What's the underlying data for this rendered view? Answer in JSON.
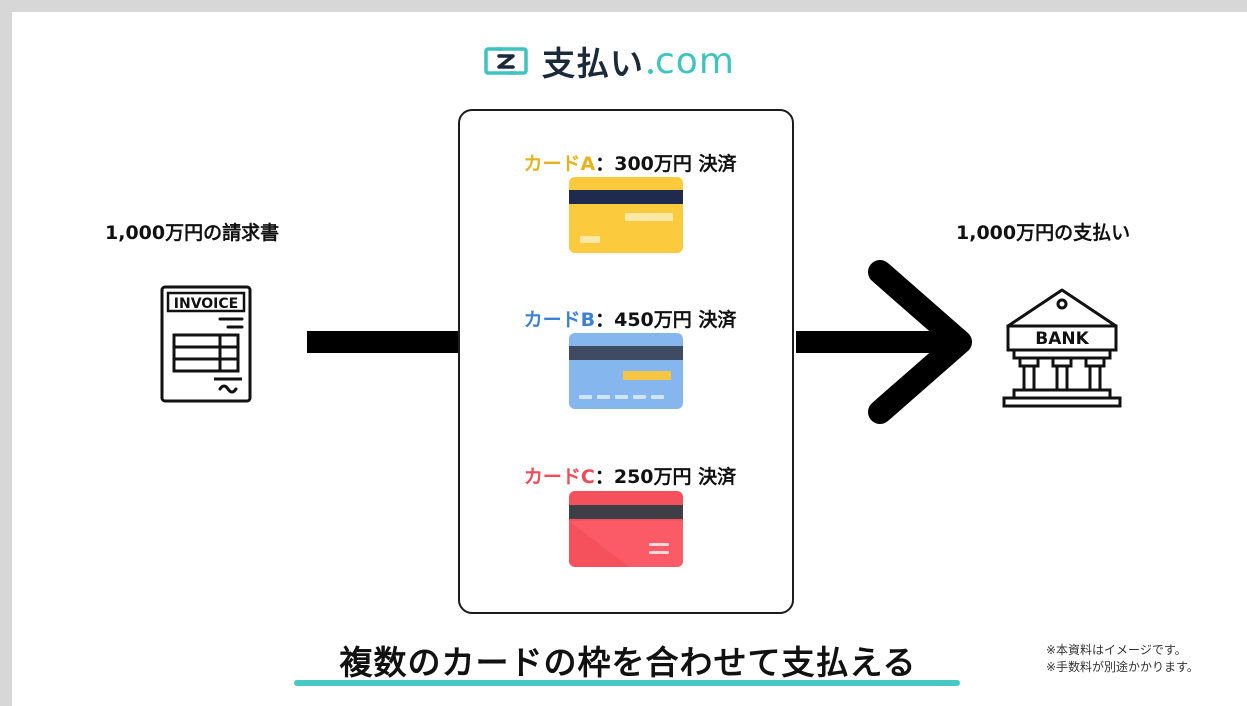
{
  "logo": {
    "text_jp": "支払い",
    "text_com": "com",
    "icon": "logo-mark-icon",
    "colors": {
      "text": "#1b2a3a",
      "accent": "#3ec3c1"
    }
  },
  "invoice": {
    "heading": "1,000万円の請求書",
    "icon_label": "INVOICE",
    "icon": "invoice-icon"
  },
  "payment": {
    "heading": "1,000万円の支払い",
    "icon_label": "BANK",
    "icon": "bank-icon"
  },
  "cards": [
    {
      "name": "カードA",
      "sep": "：",
      "amount": "300万円 決済",
      "color": "#f6c233",
      "icon": "credit-card-yellow-icon"
    },
    {
      "name": "カードB",
      "sep": "：",
      "amount": "450万円 決済",
      "color": "#7eb3ef",
      "icon": "credit-card-blue-icon"
    },
    {
      "name": "カードC",
      "sep": "：",
      "amount": "250万円 決済",
      "color": "#f4515c",
      "icon": "credit-card-red-icon"
    }
  ],
  "tagline": "複数のカードの枠を合わせて支払える",
  "tagline_underline_color": "#46c9c4",
  "notes": [
    "※本資料はイメージです。",
    "※手数料が別途かかります。"
  ]
}
